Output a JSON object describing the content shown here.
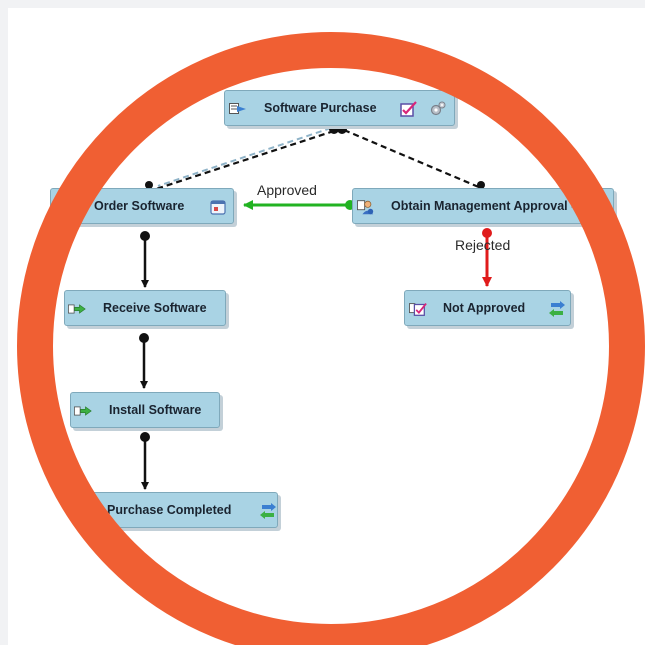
{
  "diagram": {
    "nodes": [
      {
        "id": "software-purchase",
        "label": "Software Purchase"
      },
      {
        "id": "order-software",
        "label": "Order Software"
      },
      {
        "id": "obtain-approval",
        "label": "Obtain Management Approval -"
      },
      {
        "id": "receive-software",
        "label": "Receive Software"
      },
      {
        "id": "not-approved",
        "label": "Not Approved"
      },
      {
        "id": "install-software",
        "label": "Install Software"
      },
      {
        "id": "purchase-completed",
        "label": "Purchase Completed"
      }
    ],
    "edges": [
      {
        "from": "software-purchase",
        "to": "order-software",
        "style": "dashed",
        "label": ""
      },
      {
        "from": "software-purchase",
        "to": "obtain-approval",
        "style": "dashed",
        "label": ""
      },
      {
        "from": "obtain-approval",
        "to": "order-software",
        "style": "approved",
        "label": "Approved"
      },
      {
        "from": "obtain-approval",
        "to": "not-approved",
        "style": "rejected",
        "label": "Rejected"
      },
      {
        "from": "order-software",
        "to": "receive-software",
        "style": "solid",
        "label": ""
      },
      {
        "from": "receive-software",
        "to": "install-software",
        "style": "solid",
        "label": ""
      },
      {
        "from": "install-software",
        "to": "purchase-completed",
        "style": "solid",
        "label": ""
      }
    ],
    "colors": {
      "node_fill": "#a9d3e4",
      "node_border": "#7fa9bb",
      "approved_edge": "#22b322",
      "rejected_edge": "#e01b1b",
      "ring": "#f05f33"
    }
  }
}
